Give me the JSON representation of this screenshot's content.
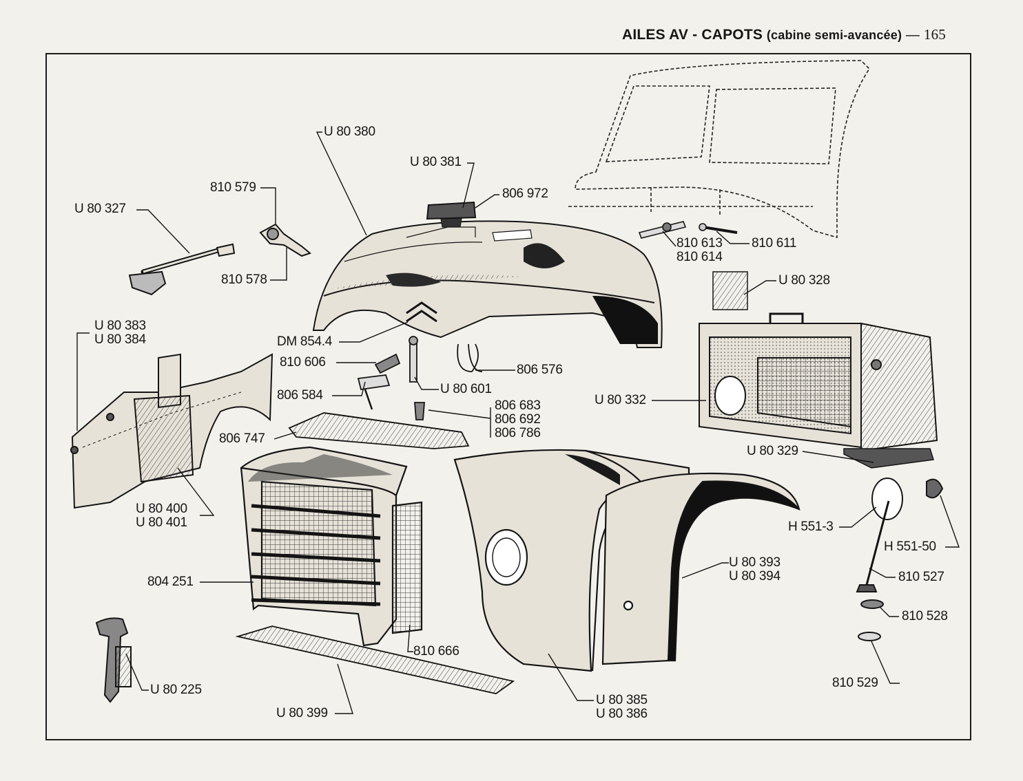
{
  "header": {
    "title_bold": "AILES AV - CAPOTS",
    "title_sub": "(cabine semi-avancée)",
    "separator": "—",
    "page_number": "165"
  },
  "callouts": [
    {
      "id": "u80380",
      "lines": [
        "U 80 380"
      ]
    },
    {
      "id": "u80381",
      "lines": [
        "U 80 381"
      ]
    },
    {
      "id": "806972",
      "lines": [
        "806 972"
      ]
    },
    {
      "id": "810579",
      "lines": [
        "810 579"
      ]
    },
    {
      "id": "u80327",
      "lines": [
        "U 80 327"
      ]
    },
    {
      "id": "810578",
      "lines": [
        "810 578"
      ]
    },
    {
      "id": "810613",
      "lines": [
        "810 613",
        "810 614"
      ]
    },
    {
      "id": "810611",
      "lines": [
        "810 611"
      ]
    },
    {
      "id": "u80328",
      "lines": [
        "U 80 328"
      ]
    },
    {
      "id": "u80383",
      "lines": [
        "U 80 383",
        "U 80 384"
      ]
    },
    {
      "id": "dm854",
      "lines": [
        "DM 854.4"
      ]
    },
    {
      "id": "810606",
      "lines": [
        "810 606"
      ]
    },
    {
      "id": "806576",
      "lines": [
        "806 576"
      ]
    },
    {
      "id": "u80601",
      "lines": [
        "U 80 601"
      ]
    },
    {
      "id": "806584",
      "lines": [
        "806 584"
      ]
    },
    {
      "id": "806683",
      "lines": [
        "806 683",
        "806 692",
        "806 786"
      ]
    },
    {
      "id": "u80332",
      "lines": [
        "U 80 332"
      ]
    },
    {
      "id": "806747",
      "lines": [
        "806 747"
      ]
    },
    {
      "id": "u80329",
      "lines": [
        "U 80 329"
      ]
    },
    {
      "id": "u80400",
      "lines": [
        "U 80 400",
        "U 80 401"
      ]
    },
    {
      "id": "h5513",
      "lines": [
        "H 551-3"
      ]
    },
    {
      "id": "h55150",
      "lines": [
        "H 551-50"
      ]
    },
    {
      "id": "u80393",
      "lines": [
        "U 80 393",
        "U 80 394"
      ]
    },
    {
      "id": "804251",
      "lines": [
        "804 251"
      ]
    },
    {
      "id": "810527",
      "lines": [
        "810 527"
      ]
    },
    {
      "id": "810528",
      "lines": [
        "810 528"
      ]
    },
    {
      "id": "810666",
      "lines": [
        "810 666"
      ]
    },
    {
      "id": "u80225",
      "lines": [
        "U 80 225"
      ]
    },
    {
      "id": "810529",
      "lines": [
        "810 529"
      ]
    },
    {
      "id": "u80385",
      "lines": [
        "U 80 385",
        "U 80 386"
      ]
    },
    {
      "id": "u80399",
      "lines": [
        "U 80 399"
      ]
    }
  ]
}
